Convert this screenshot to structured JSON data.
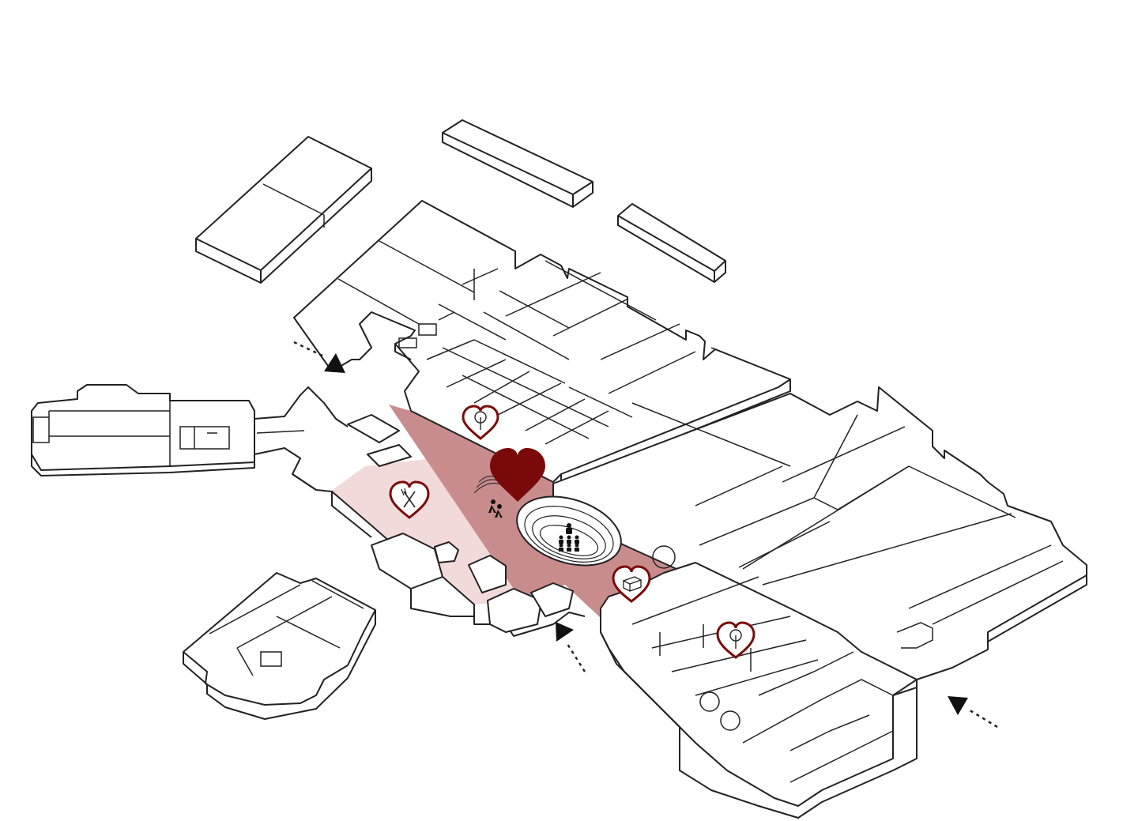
{
  "colors": {
    "core_zone": "#c98c8c",
    "light_zone": "#f2dada",
    "heart": "#7a0a0a",
    "outline": "#222222"
  },
  "legend": {},
  "icons": {
    "central_heart": "heart-icon",
    "dining": "heart-fork-knife-icon",
    "green_north": "heart-tree-icon",
    "green_south": "heart-tree-icon",
    "market": "heart-market-stall-icon",
    "amphitheatre": "seated-audience-icon",
    "walkers": "pedestrians-icon"
  },
  "entrances": [
    {
      "name": "entrance-north-west"
    },
    {
      "name": "entrance-south"
    },
    {
      "name": "entrance-east"
    }
  ]
}
